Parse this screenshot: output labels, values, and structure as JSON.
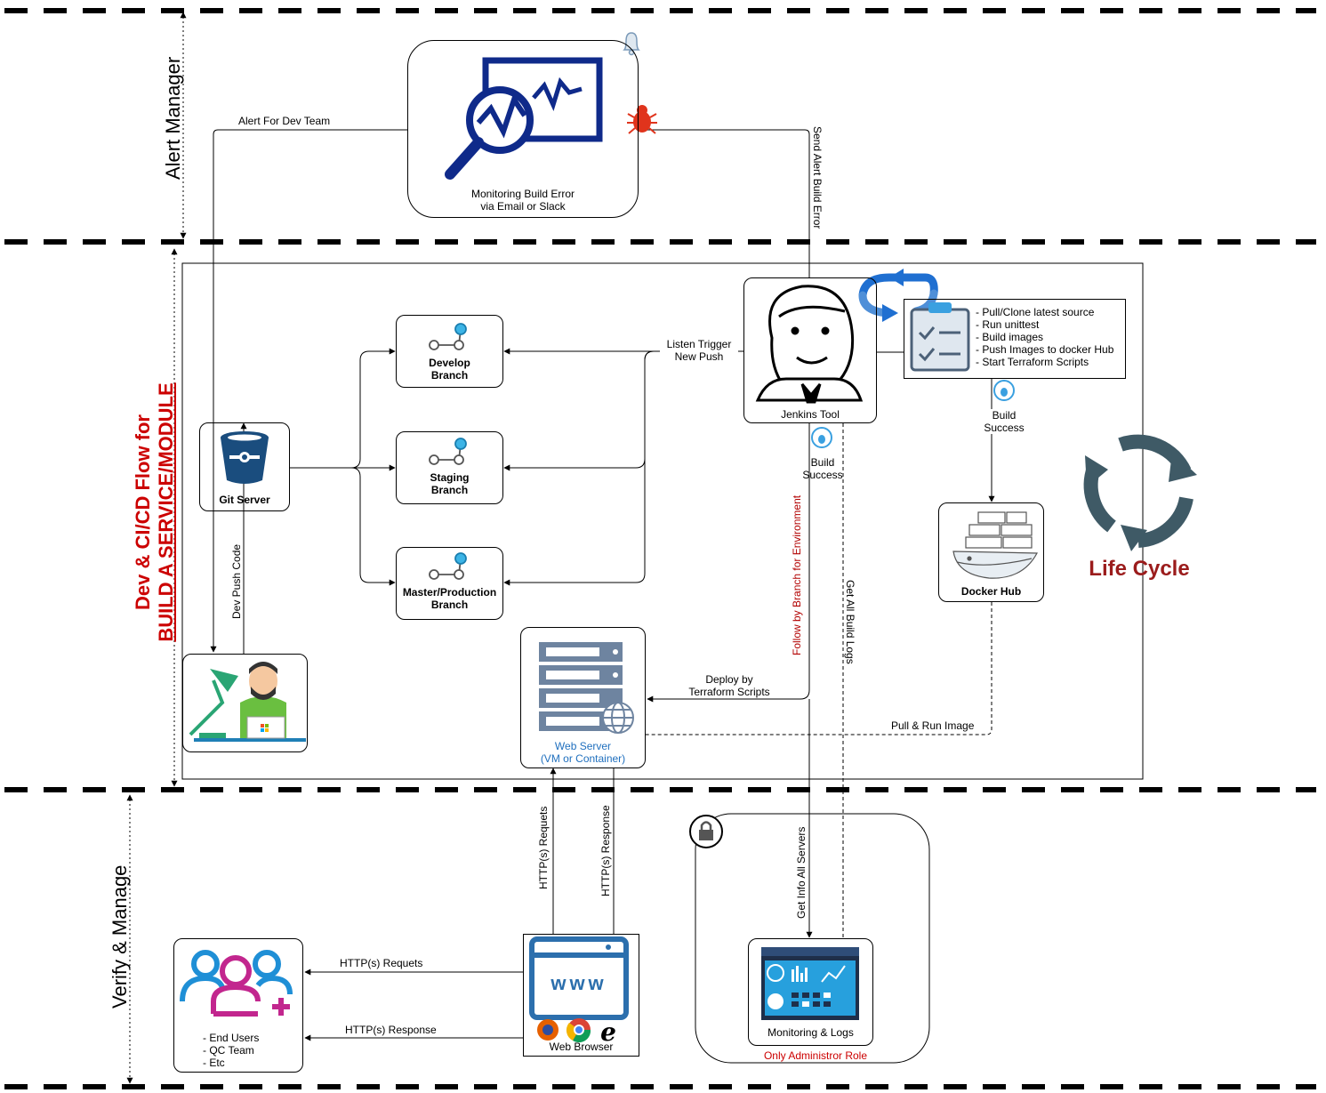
{
  "lanes": {
    "alert_manager": "Alert Manager",
    "dev_flow_line1": "Dev & CI/CD Flow for",
    "dev_flow_line2": "BUILD A SERVICE/MODULE",
    "verify_manage": "Verify & Manage",
    "life_cycle": "Life Cycle"
  },
  "nodes": {
    "monitoring_line1": "Monitoring Build Error",
    "monitoring_line2": "via Email or Slack",
    "git_server": "Git Server",
    "develop_line1": "Develop",
    "develop_line2": "Branch",
    "staging_line1": "Staging",
    "staging_line2": "Branch",
    "master_line1": "Master/Production",
    "master_line2": "Branch",
    "jenkins": "Jenkins Tool",
    "docker_hub": "Docker Hub",
    "web_server_line1": "Web Server",
    "web_server_line2": "(VM or Container)",
    "web_browser": "Web Browser",
    "users_lines": [
      "- End Users",
      "- QC Team",
      "- Etc"
    ],
    "monitoring_logs": "Monitoring & Logs",
    "admin_role": "Only Administror Role",
    "www": "www"
  },
  "pipeline_steps": [
    "- Pull/Clone latest source",
    "- Run unittest",
    "- Build images",
    "- Push Images to docker Hub",
    "- Start Terraform Scripts"
  ],
  "edges": {
    "alert_dev_team": "Alert For Dev Team",
    "send_alert": "Send Alert Build Error",
    "listen_line1": "Listen Trigger",
    "listen_line2": "New Push",
    "dev_push": "Dev Push Code",
    "build_success_1_line1": "Build",
    "build_success_1_line2": "Success",
    "build_success_2_line1": "Build",
    "build_success_2_line2": "Success",
    "follow_branch": "Follow by Branch for Environment",
    "get_logs": "Get All Build Logs",
    "deploy_line1": "Deploy by",
    "deploy_line2": "Terraform Scripts",
    "pull_run": "Pull & Run Image",
    "http_req_v": "HTTP(s) Requets",
    "http_resp_v": "HTTP(s) Response",
    "get_info": "Get Info All Servers",
    "http_req_h": "HTTP(s) Requets",
    "http_resp_h": "HTTP(s) Response"
  },
  "colors": {
    "lane_title_red": "#b20000",
    "life_cycle_red": "#9b1c1c",
    "monitor_blue": "#0f2a8a",
    "bug_red": "#e0341c",
    "git_blue": "#1a4d7e",
    "branch_cyan": "#3cb4e6",
    "web_server_blue": "#1f6fbe",
    "browser_blue": "#2c6fad",
    "users_blue": "#1f8fd6",
    "users_magenta": "#c2268e",
    "cycle_slate": "#3f5a66"
  },
  "icons": [
    "bell-icon",
    "bug-icon",
    "monitor-chart-icon",
    "git-bucket-icon",
    "branch-icon",
    "jenkins-icon",
    "clipboard-check-icon",
    "sync-icon",
    "docker-whale-icon",
    "server-icon",
    "globe-icon",
    "developer-icon",
    "www-window-icon",
    "users-icon",
    "dashboard-icon",
    "lock-icon",
    "lifecycle-icon"
  ]
}
